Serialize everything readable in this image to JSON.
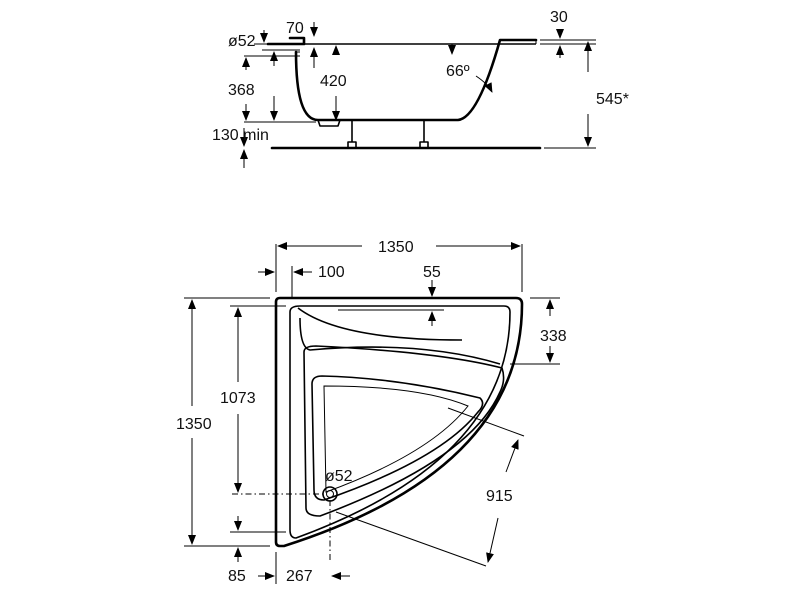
{
  "side_view": {
    "dims": {
      "drain_diameter": "ø52",
      "rim_width": "70",
      "rim_thickness": "30",
      "height_overall": "545*",
      "wall_angle": "66º",
      "depth_inner": "420",
      "drain_height": "368",
      "clearance": "130 min"
    }
  },
  "top_view": {
    "dims": {
      "width": "1350",
      "length": "1350",
      "offset_left": "100",
      "rim_front": "55",
      "seat_depth": "338",
      "inner_length": "1073",
      "drain_diameter": "ø52",
      "diagonal": "915",
      "drain_x_edge": "85",
      "drain_x": "267"
    }
  },
  "colors": {
    "line": "#000000",
    "text": "#111111",
    "background": "#ffffff"
  }
}
